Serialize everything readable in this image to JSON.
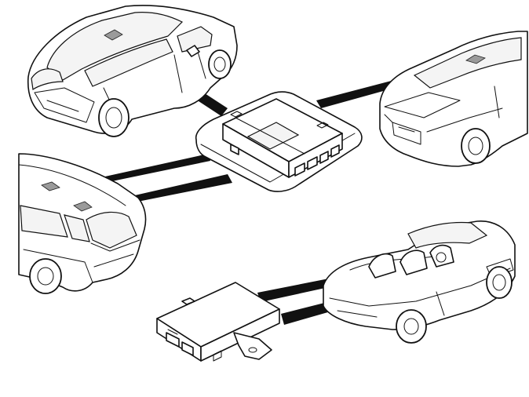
{
  "diagram": {
    "components": [
      {
        "id": "control-module-roof",
        "icon": "module-box-icon"
      },
      {
        "id": "control-module-seat",
        "icon": "module-box-icon"
      }
    ],
    "vehicles": [
      {
        "id": "hatchback",
        "icon": "car-hatchback-icon",
        "marker": "roof"
      },
      {
        "id": "sedan",
        "icon": "car-sedan-icon",
        "marker": "roof"
      },
      {
        "id": "wagon",
        "icon": "car-wagon-icon",
        "marker": "roof-front-and-rear"
      },
      {
        "id": "convertible",
        "icon": "car-convertible-icon",
        "marker": "interior"
      }
    ],
    "colors": {
      "line": "#111111",
      "marker": "#9a9a9a",
      "background": "#ffffff"
    }
  }
}
